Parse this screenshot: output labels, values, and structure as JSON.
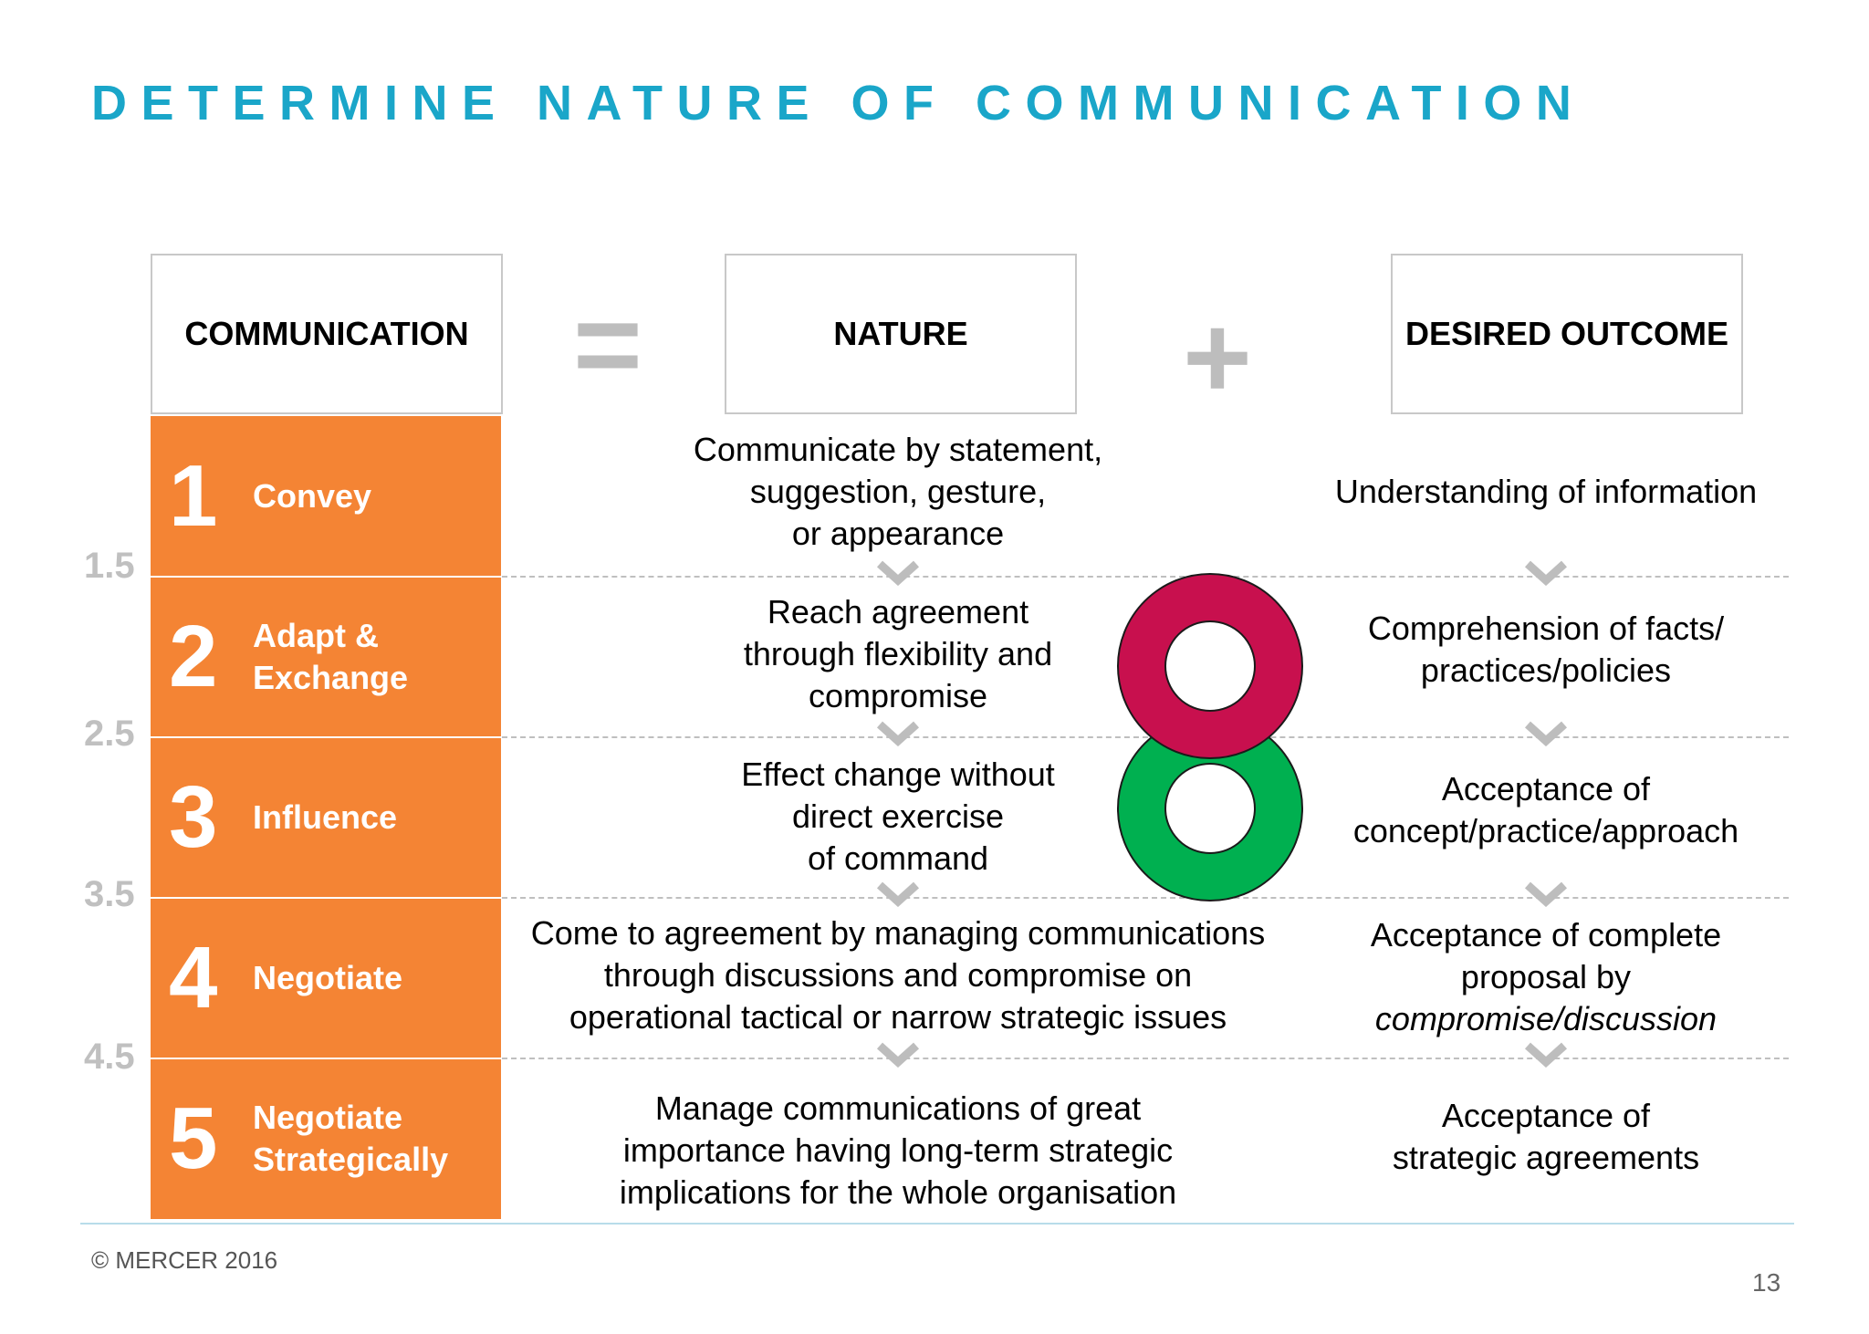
{
  "title": "DETERMINE NATURE OF COMMUNICATION",
  "headers": {
    "communication": "COMMUNICATION",
    "nature": "NATURE",
    "outcome": "DESIRED OUTCOME",
    "equals_symbol": "=",
    "plus_symbol": "+"
  },
  "levels": [
    {
      "number": "1",
      "label_lines": [
        "Convey"
      ],
      "nature_lines": [
        "Communicate by statement,",
        "suggestion, gesture,",
        "or appearance"
      ],
      "outcome_lines": [
        "Understanding of information"
      ]
    },
    {
      "number": "2",
      "label_lines": [
        "Adapt &",
        "Exchange"
      ],
      "nature_lines": [
        "Reach agreement",
        "through flexibility and",
        "compromise"
      ],
      "outcome_lines": [
        "Comprehension of facts/",
        "practices/policies"
      ]
    },
    {
      "number": "3",
      "label_lines": [
        "Influence"
      ],
      "nature_lines": [
        "Effect change without",
        "direct exercise",
        "of command"
      ],
      "outcome_lines": [
        "Acceptance of",
        "concept/practice/approach"
      ]
    },
    {
      "number": "4",
      "label_lines": [
        "Negotiate"
      ],
      "nature_lines": [
        "Come to agreement by managing communications",
        "through discussions and compromise on",
        "operational tactical or narrow strategic issues"
      ],
      "outcome_lines": [
        "Acceptance of complete",
        "proposal by",
        "compromise/discussion"
      ]
    },
    {
      "number": "5",
      "label_lines": [
        "Negotiate",
        "Strategically"
      ],
      "nature_lines": [
        "Manage communications of great",
        "importance having long-term strategic",
        "implications for the whole organisation"
      ],
      "outcome_lines": [
        "Acceptance of",
        "strategic agreements"
      ]
    }
  ],
  "scale_labels": [
    "1.5",
    "2.5",
    "3.5",
    "4.5"
  ],
  "colors": {
    "title": "#1aa6c9",
    "band": "#f48434",
    "ring_top": "#c8104e",
    "ring_bottom": "#00b050",
    "chevron": "#bdbdbd",
    "scale": "#c0c0c0"
  },
  "footer": {
    "copyright": "© MERCER 2016",
    "page_number": "13"
  }
}
